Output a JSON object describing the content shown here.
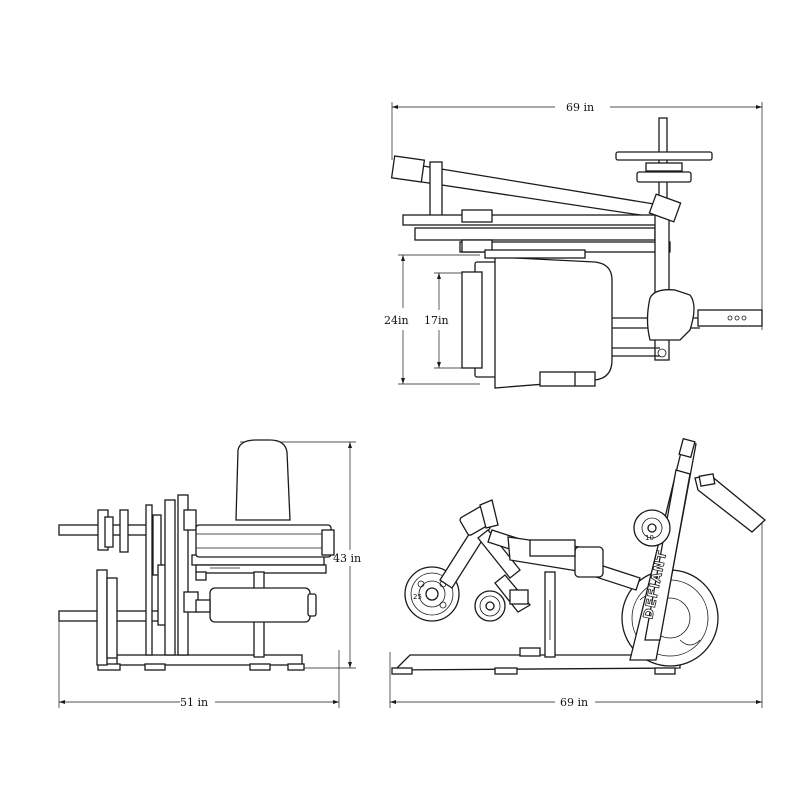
{
  "dimensions": {
    "top_width": "69 in",
    "top_depth_outer": "24in",
    "top_depth_inner": "17in",
    "front_width": "51 in",
    "front_height": "43 in",
    "side_width": "69 in"
  },
  "branding": {
    "logo_text": "DEFIANT"
  },
  "plate_labels": {
    "left_plate": "25",
    "right_plate": "10"
  }
}
